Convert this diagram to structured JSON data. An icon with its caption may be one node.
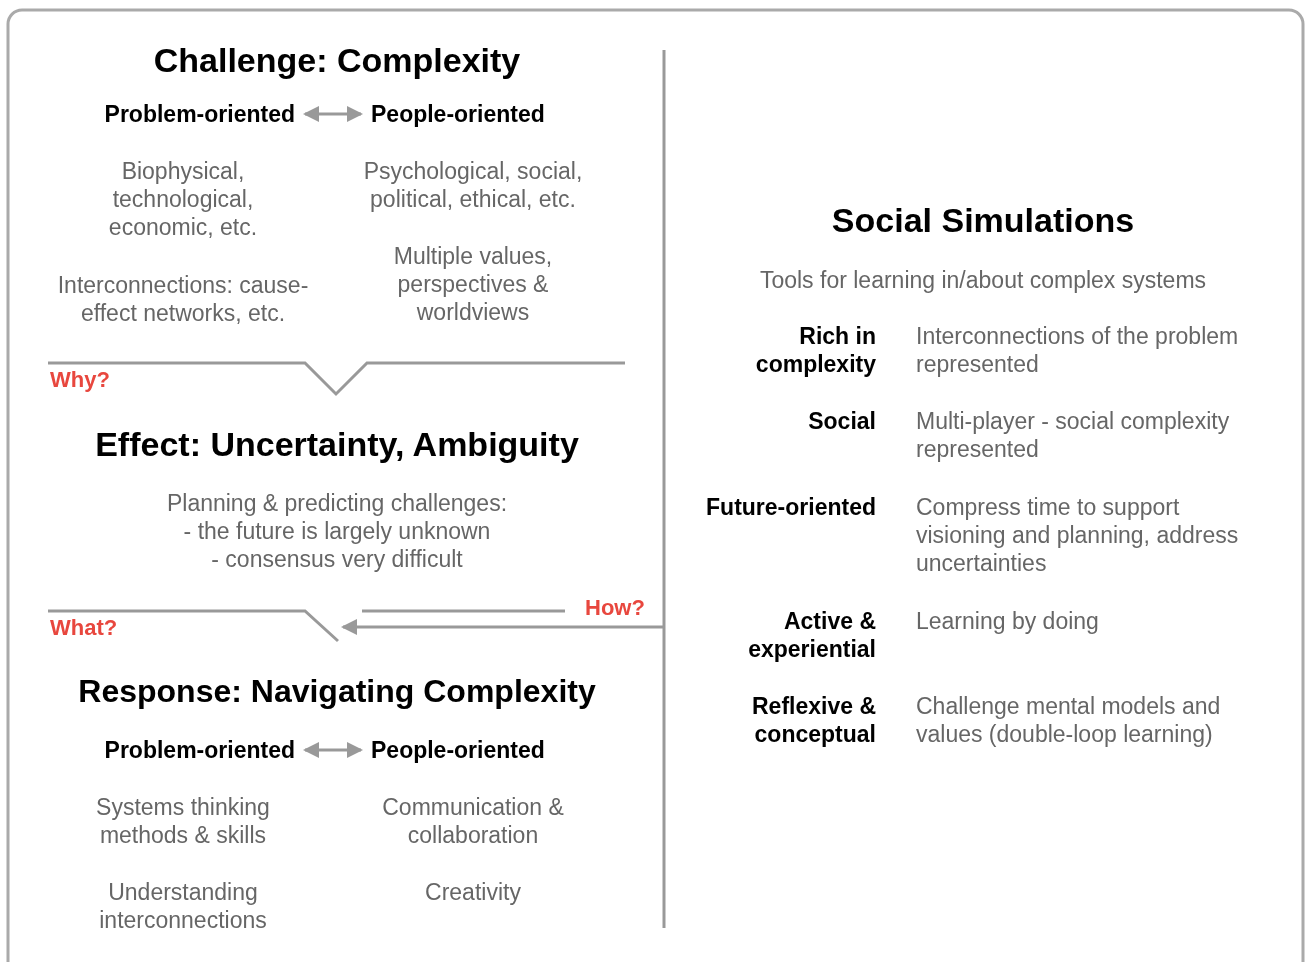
{
  "diagram": {
    "nodes": [
      {
        "text": [
          "Challenge: Complexity"
        ]
      },
      {
        "text": [
          "Problem-oriented"
        ]
      },
      {
        "text": [
          "People-oriented"
        ]
      },
      {
        "text": [
          "Why?"
        ]
      },
      {
        "text": [
          "Effect: Uncertainty, Ambiguity"
        ]
      },
      {
        "text": [
          "What?"
        ]
      },
      {
        "text": [
          "Response: Navigating Complexity"
        ]
      },
      {
        "text": [
          "Problem-oriented"
        ]
      },
      {
        "text": [
          "People-oriented"
        ]
      },
      {
        "text": [
          "Social Simulations"
        ]
      }
    ],
    "edges": [
      {
        "from": 1,
        "to": 2,
        "arrow": "both"
      },
      {
        "from": null,
        "to": 5,
        "arrow": "to",
        "label": "How?"
      },
      {
        "from": 7,
        "to": 8,
        "arrow": "both"
      }
    ],
    "labels": [
      "Biophysical, technological, economic, etc.",
      "Psychological, social, political, ethical, etc.",
      "Interconnections: cause-effect networks, etc.",
      "Multiple values, perspectives & worldviews",
      "Planning & predicting challenges:",
      "- the future is largely unknown",
      "- consensus very difficult",
      "Systems thinking methods & skills",
      "Communication & collaboration",
      "Understanding interconnections",
      "Creativity",
      "Tools for learning in/about complex systems",
      "Rich in complexity",
      "Interconnections of the problem represented",
      "Social",
      "Multi-player - social complexity represented",
      "Future-oriented",
      "Compress time to support visioning and planning, address uncertainties",
      "Active & experiential",
      "Learning by doing",
      "Reflexive & conceptual",
      "Challenge mental models and values (double-loop learning)"
    ]
  }
}
